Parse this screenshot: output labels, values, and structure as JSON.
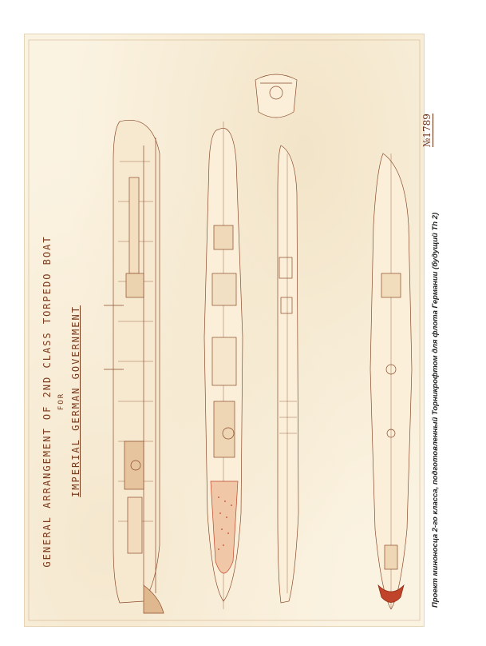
{
  "drawing": {
    "title_line1": "GENERAL ARRANGEMENT OF 2ND CLASS TORPEDO BOAT",
    "title_line2": "FOR",
    "title_line3": "IMPERIAL GERMAN GOVERNMENT",
    "drawing_number": "№1789"
  },
  "caption": "Проект миноносца 2-го класса, подготовленный Торникрофтом для флота Германии (будущий Th 2)",
  "colors": {
    "paper": "#fbf3e2",
    "ink": "#8a4a2a",
    "ink_dark": "#6a2e14",
    "hatch_red": "#c0442a"
  }
}
